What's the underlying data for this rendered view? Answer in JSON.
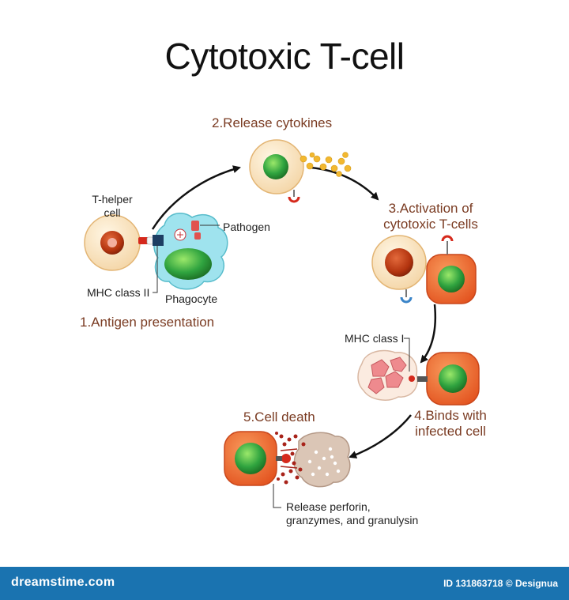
{
  "title": "Cytotoxic T-cell",
  "labels": {
    "t_helper_line1": "T-helper",
    "t_helper_line2": "cell",
    "pathogen": "Pathogen",
    "mhc_class_ii": "MHC class II",
    "phagocyte": "Phagocyte",
    "mhc_class_i": "MHC class I",
    "perforin_line1": "Release perforin,",
    "perforin_line2": "granzymes, and granulysin"
  },
  "steps": {
    "step1": "1.Antigen presentation",
    "step2": "2.Release cytokines",
    "step3_line1": "3.Activation of",
    "step3_line2": "cytotoxic T-cells",
    "step4_line1": "4.Binds with",
    "step4_line2": "infected cell",
    "step5": "5.Cell death"
  },
  "footer": {
    "brand": "dreamstime.com",
    "credit": "ID 131863718 © Designua"
  },
  "colors": {
    "step_text": "#7a3b22",
    "footer_bg": "#1a73b0",
    "cell_body": "#fbe6c4",
    "cytotoxic_body": "#ef6a35",
    "nucleus_green": "#2fa33f",
    "nucleus_red": "#b3340f",
    "phagocyte": "#9fe3ee"
  }
}
